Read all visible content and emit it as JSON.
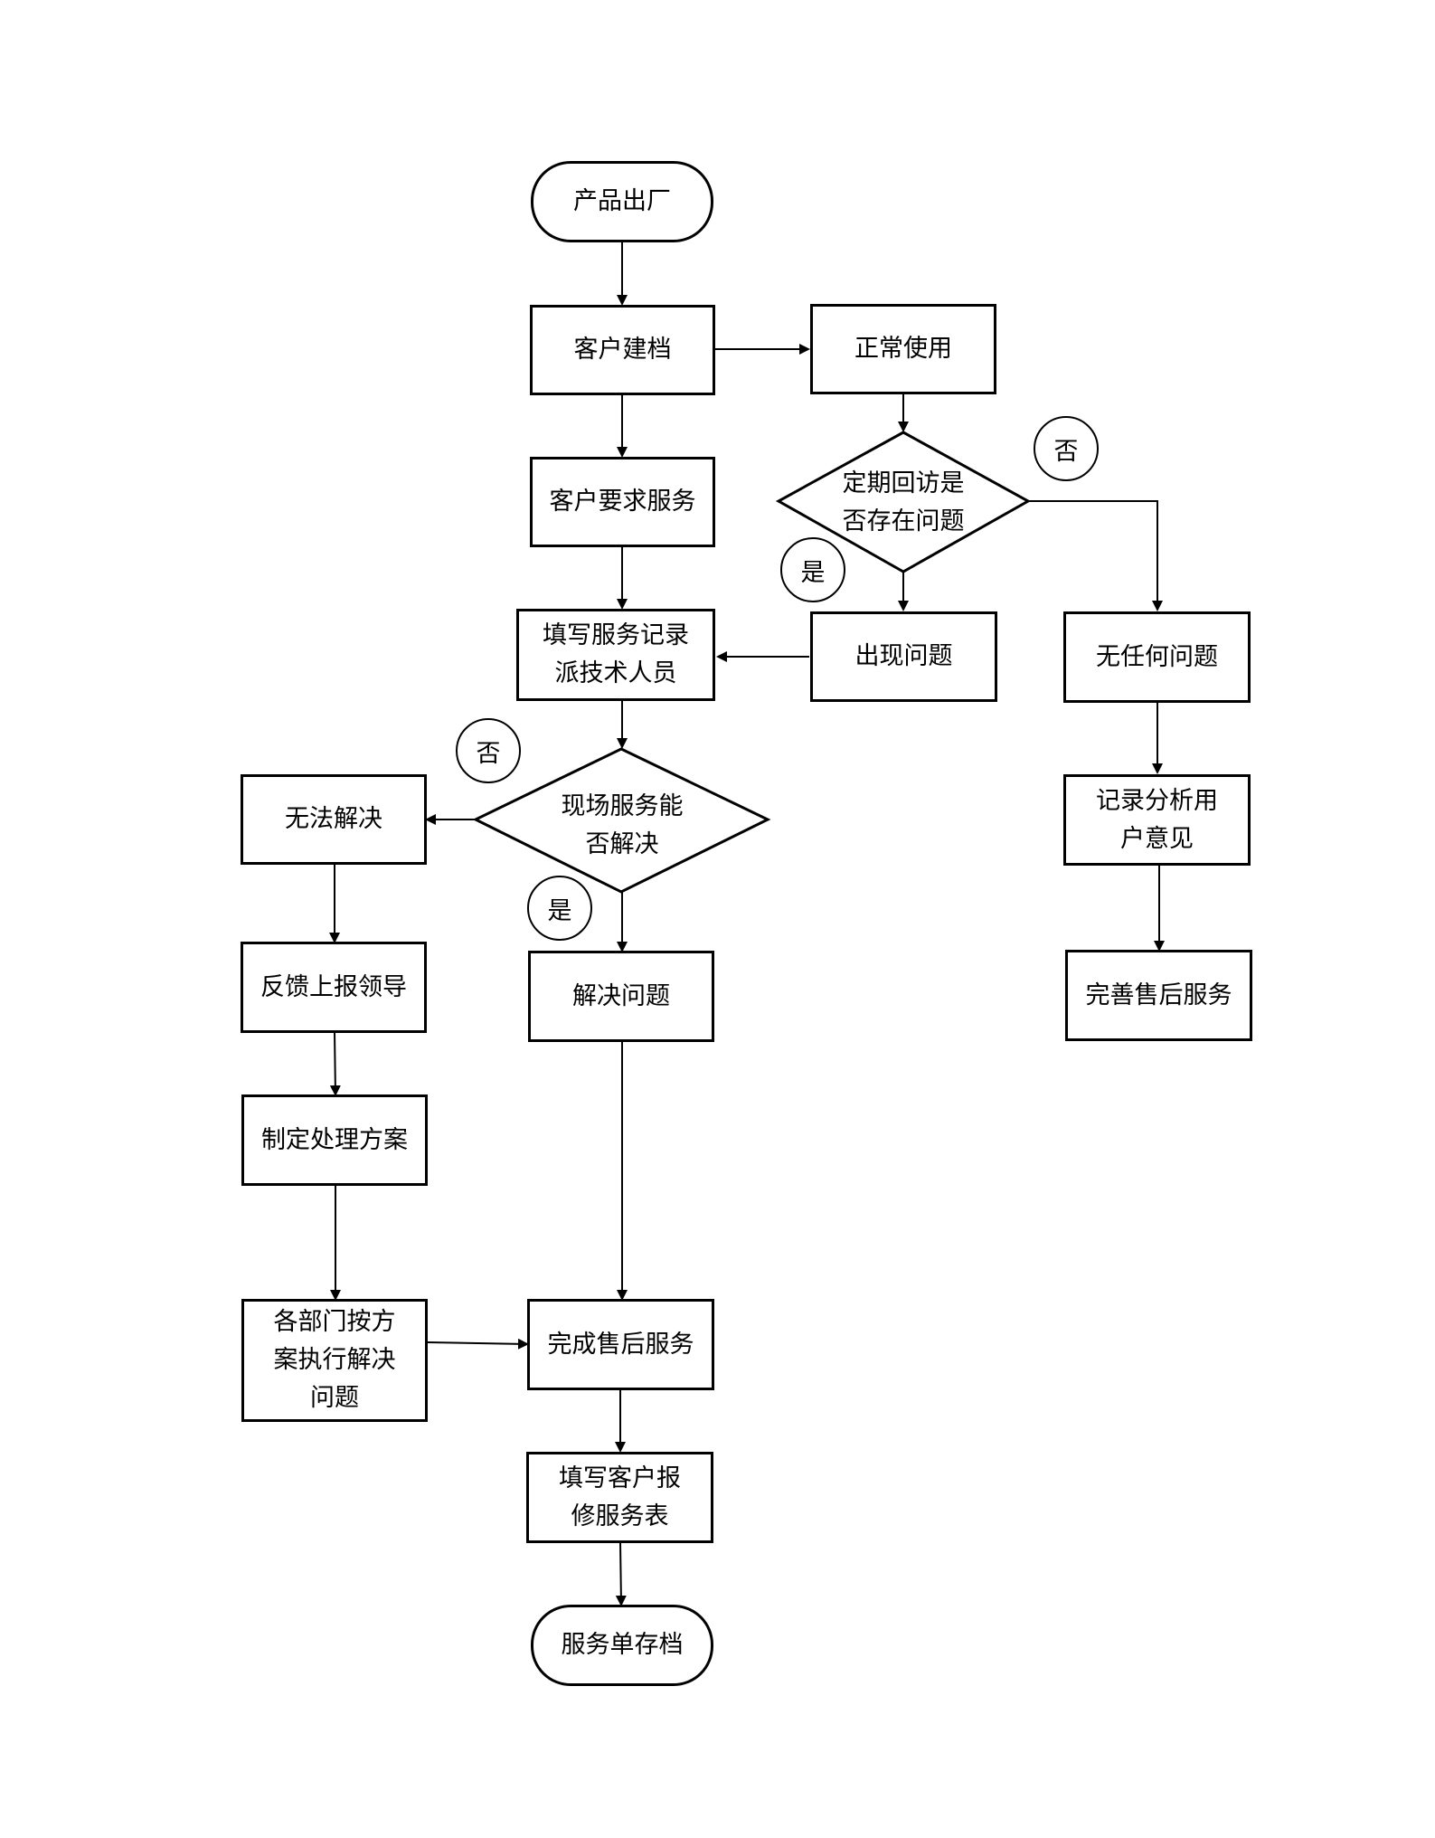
{
  "diagram": {
    "nodes": {
      "start": "产品出厂",
      "customer_file": "客户建档",
      "normal_use": "正常使用",
      "customer_request": "客户要求服务",
      "revisit_decision": "定期回访是\n否存在问题",
      "fill_record": "填写服务记录\n派技术人员",
      "problem_found": "出现问题",
      "no_problem": "无任何问题",
      "onsite_decision": "现场服务能\n否解决",
      "cannot_solve": "无法解决",
      "record_opinion": "记录分析用\n户意见",
      "report_leader": "反馈上报领导",
      "solve_problem": "解决问题",
      "improve_service": "完善售后服务",
      "make_plan": "制定处理方案",
      "depts_execute": "各部门按方\n案执行解决\n问题",
      "complete_service": "完成售后服务",
      "fill_form": "填写客户报\n修服务表",
      "archive": "服务单存档"
    },
    "edge_labels": {
      "revisit_no": "否",
      "revisit_yes": "是",
      "onsite_no": "否",
      "onsite_yes": "是"
    }
  }
}
